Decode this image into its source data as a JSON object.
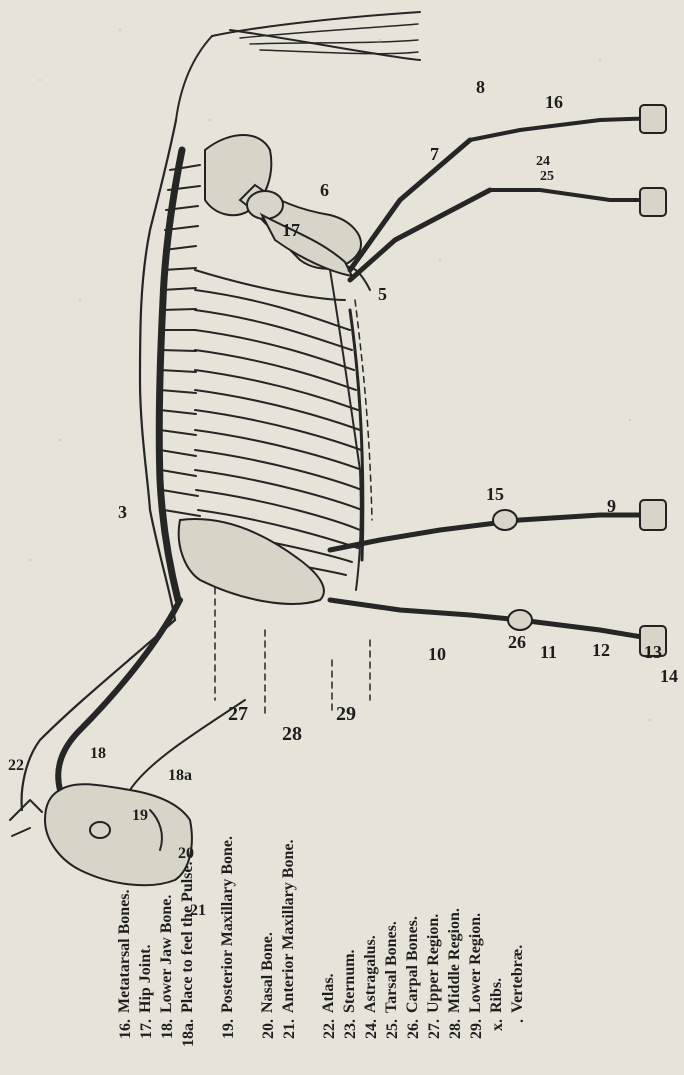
{
  "callouts": {
    "c3": "3",
    "c5": "5",
    "c6": "6",
    "c7": "7",
    "c8": "8",
    "c9": "9",
    "c10": "10",
    "c11": "11",
    "c12": "12",
    "c13": "13",
    "c14": "14",
    "c15": "15",
    "c16": "16",
    "c17": "17",
    "c18": "18",
    "c18a": "18a",
    "c19": "19",
    "c20": "20",
    "c21": "21",
    "c22": "22",
    "c24": "24",
    "c25": "25",
    "c26": "26",
    "r27": "27",
    "r28": "28",
    "r29": "29"
  },
  "legend": [
    {
      "num": "16.",
      "text": "Metatarsal Bones."
    },
    {
      "num": "17.",
      "text": "Hip Joint."
    },
    {
      "num": "18.",
      "text": "Lower Jaw Bone."
    },
    {
      "num": "18a.",
      "text": "Place to feel the Pulse."
    },
    {
      "num": "19.",
      "text": "Posterior Maxillary Bone."
    },
    {
      "num": "20.",
      "text": "Nasal Bone."
    },
    {
      "num": "21.",
      "text": "Anterior Maxillary Bone."
    },
    {
      "num": "22.",
      "text": "Atlas."
    },
    {
      "num": "23.",
      "text": "Sternum."
    },
    {
      "num": "24.",
      "text": "Astragalus."
    },
    {
      "num": "25.",
      "text": "Tarsal Bones."
    },
    {
      "num": "26.",
      "text": "Carpal Bones."
    },
    {
      "num": "27.",
      "text": "Upper Region."
    },
    {
      "num": "28.",
      "text": "Middle Region."
    },
    {
      "num": "29.",
      "text": "Lower Region."
    },
    {
      "num": "x.",
      "text": "Ribs."
    },
    {
      "num": ".",
      "text": "Vertebræ."
    }
  ]
}
